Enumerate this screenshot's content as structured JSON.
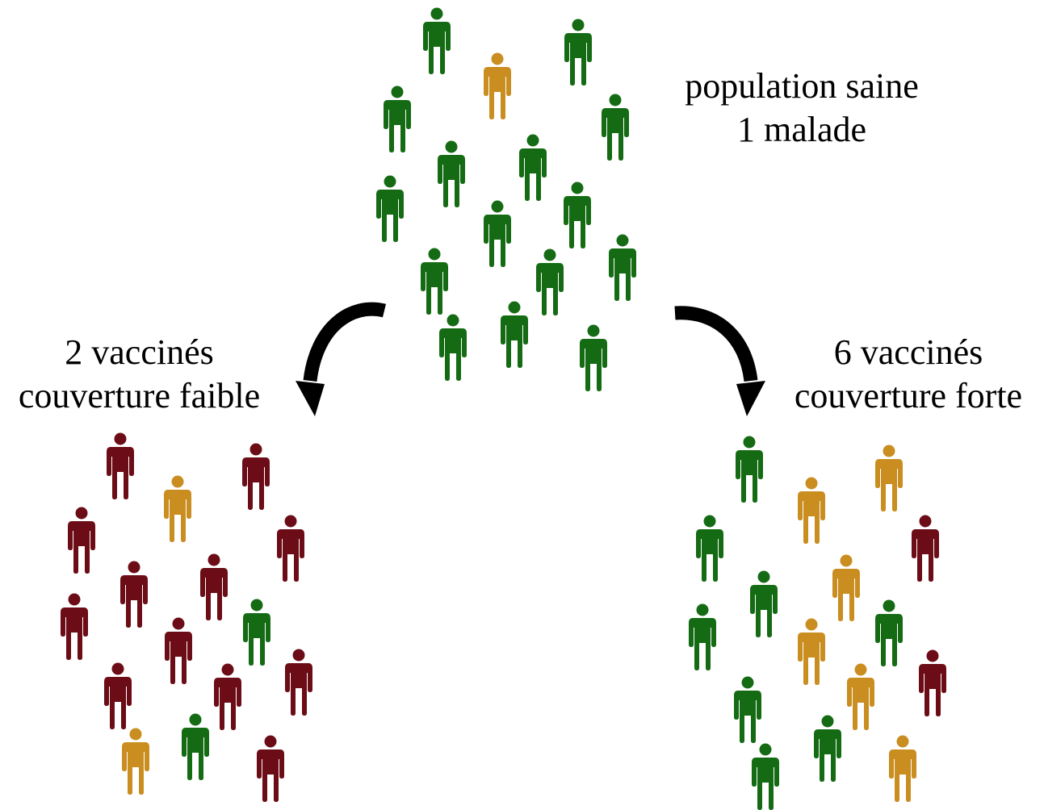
{
  "labels": {
    "top": {
      "line1": "population saine",
      "line2": "1 malade"
    },
    "left": {
      "line1": "2 vaccinés",
      "line2": "couverture faible"
    },
    "right": {
      "line1": "6 vaccinés",
      "line2": "couverture forte"
    }
  },
  "colors": {
    "healthy": "#146b14",
    "infected_or_vaccinated": "#c98d20",
    "sick": "#6b0c16",
    "arrow": "#000000"
  }
}
